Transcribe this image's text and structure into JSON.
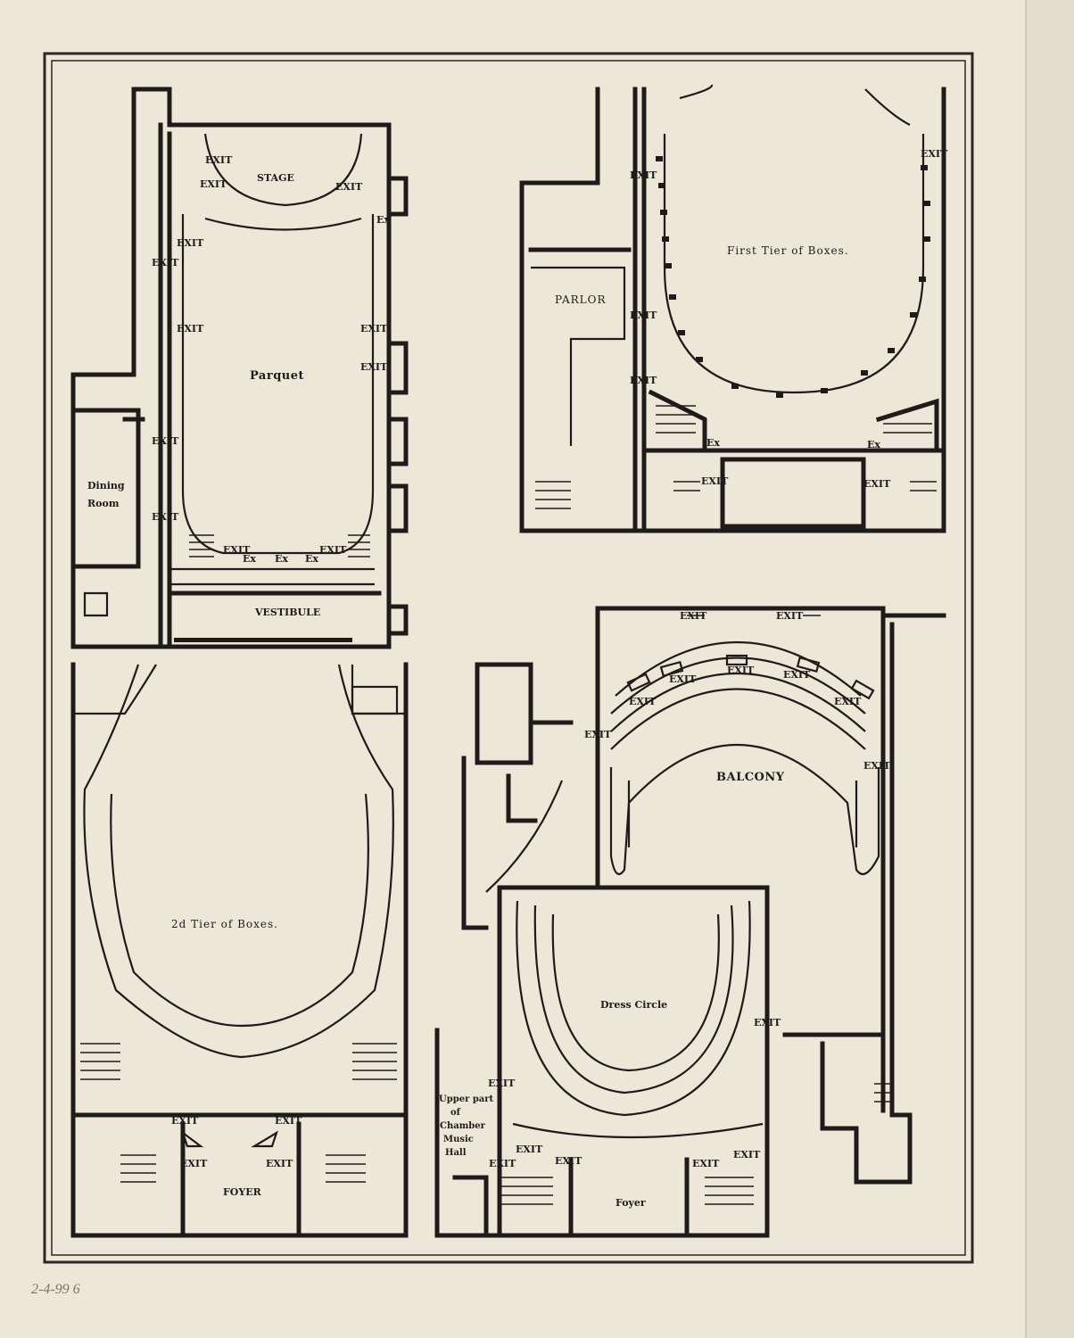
{
  "plans": {
    "parquet": {
      "room_label": "Parquet",
      "stage_label": "STAGE",
      "vestibule_label": "VESTIBULE",
      "dining_label_1": "Dining",
      "dining_label_2": "Room",
      "exit": "EXIT",
      "ex": "Ex"
    },
    "first_tier": {
      "title": "First Tier of Boxes.",
      "parlor_label": "PARLOR",
      "exit": "EXIT",
      "ex": "Ex"
    },
    "second_tier": {
      "title": "2d Tier of Boxes.",
      "foyer_label": "FOYER",
      "exit": "EXIT"
    },
    "balcony": {
      "title": "BALCONY",
      "dress_circle_label": "Dress Circle",
      "foyer_label": "Foyer",
      "exit": "EXIT",
      "chamber_1": "Upper part",
      "chamber_2": "of",
      "chamber_3": "Chamber",
      "chamber_4": "Music",
      "chamber_5": "Hall"
    }
  },
  "margin_note": "2-4-99 6"
}
